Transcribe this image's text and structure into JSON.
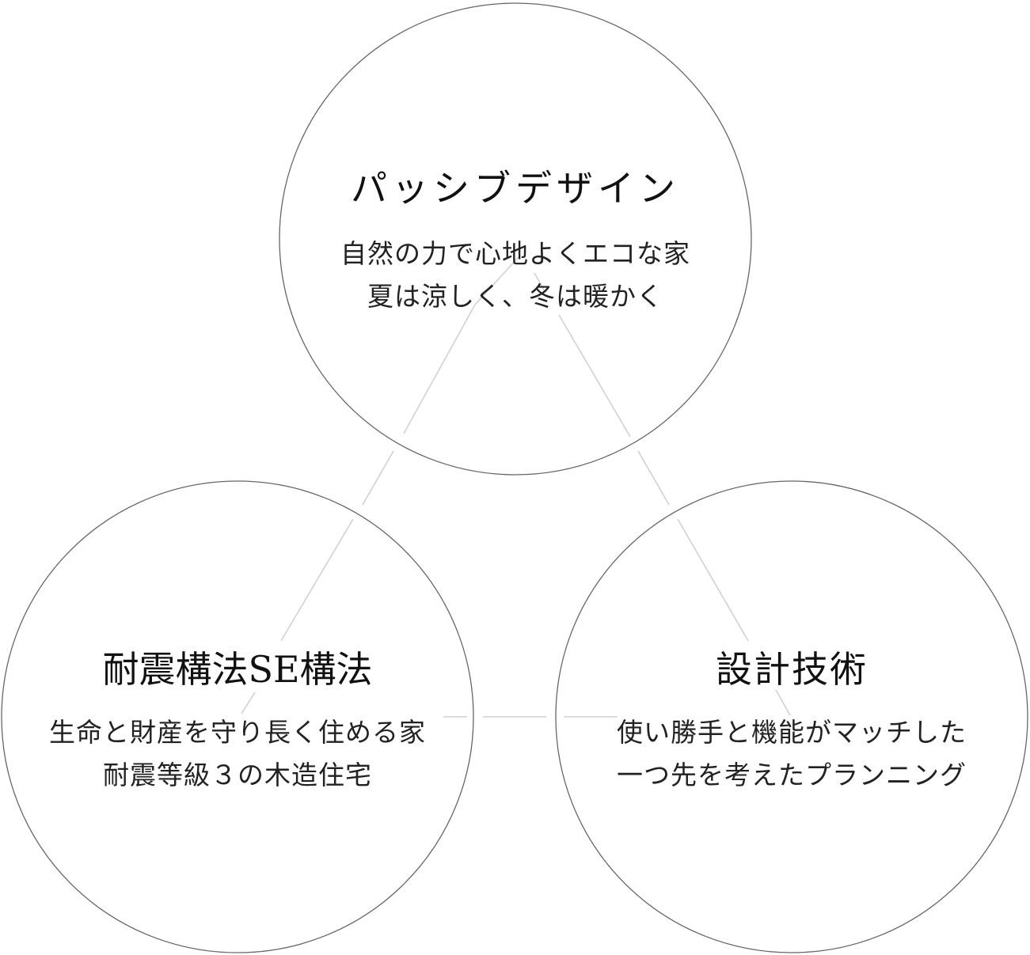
{
  "colors": {
    "circle_stroke": "#666666",
    "connector": "#cfcfcf",
    "title_text": "#111111",
    "body_text": "#222222",
    "background": "#ffffff"
  },
  "circles": [
    {
      "id": "passive",
      "title": "パッシブデザイン",
      "lines": [
        "自然の力で心地よくエコな家",
        "夏は涼しく、冬は暖かく"
      ]
    },
    {
      "id": "structure",
      "title": "耐震構法SE構法",
      "lines": [
        "生命と財産を守り長く住める家",
        "耐震等級３の木造住宅"
      ]
    },
    {
      "id": "design",
      "title": "設計技術",
      "lines": [
        "使い勝手と機能がマッチした",
        "一つ先を考えたプランニング"
      ]
    }
  ]
}
